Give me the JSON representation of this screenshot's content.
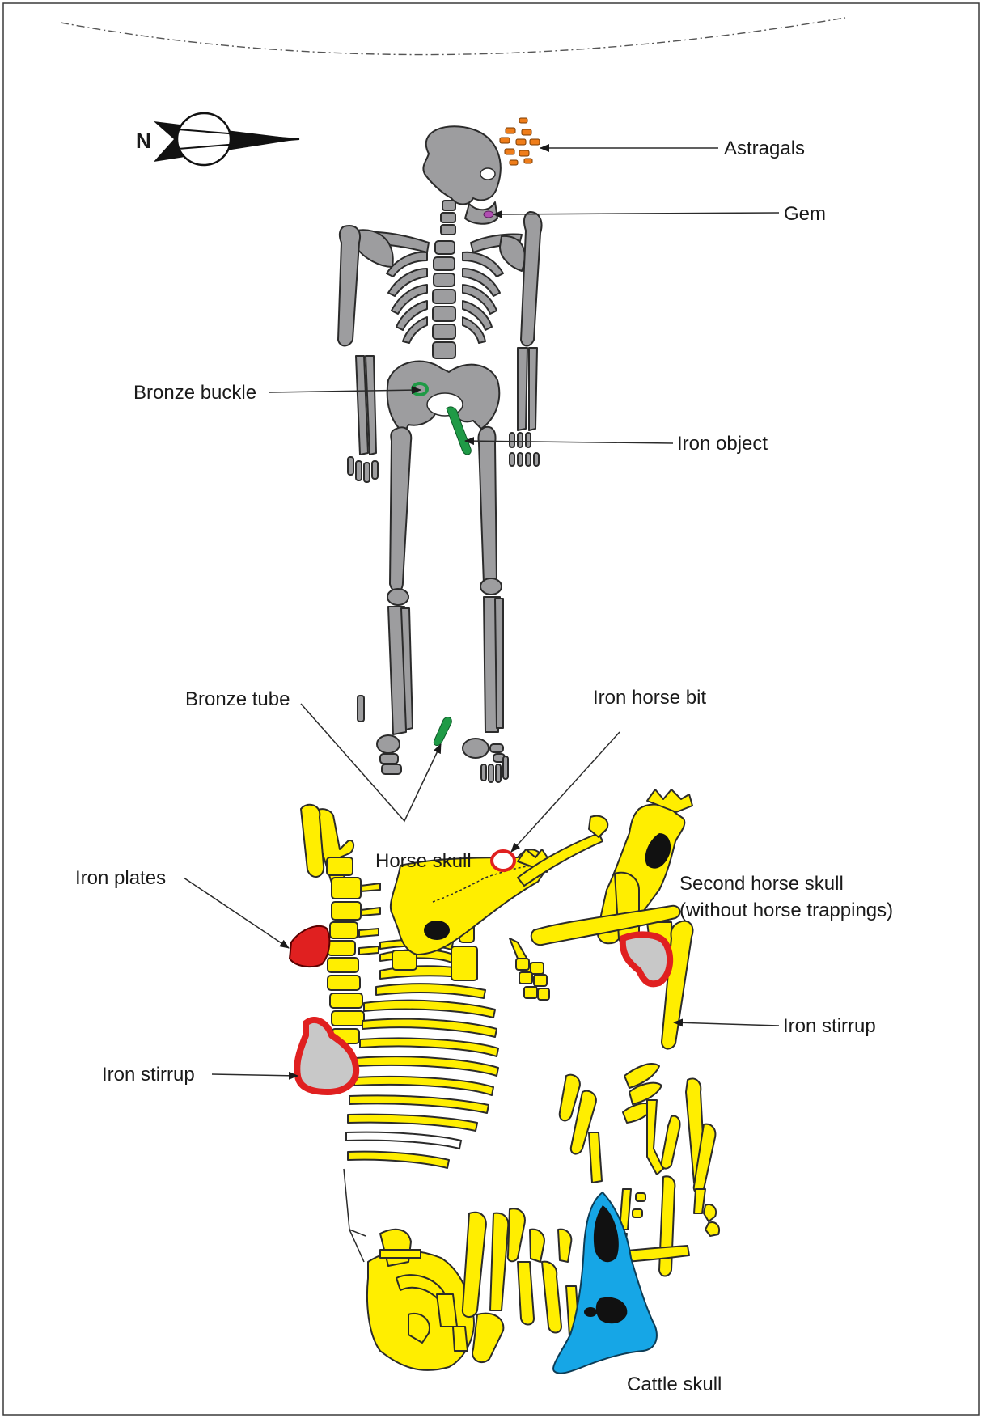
{
  "north_label": "N",
  "labels": {
    "astragals": "Astragals",
    "gem": "Gem",
    "bronze_buckle": "Bronze buckle",
    "iron_object": "Iron object",
    "bronze_tube": "Bronze tube",
    "iron_horse_bit": "Iron horse bit",
    "horse_skull": "Horse skull",
    "second_horse_skull_line1": "Second horse skull",
    "second_horse_skull_line2": "(without horse trappings)",
    "iron_plates": "Iron plates",
    "iron_stirrup_right": "Iron stirrup",
    "iron_stirrup_left": "Iron stirrup",
    "cattle_skull": "Cattle skull"
  },
  "colors": {
    "human_bone": "#9d9d9f",
    "horse_bone": "#ffee00",
    "bronze": "#1f9a46",
    "astragal": "#ef7d1a",
    "gem": "#b04fb2",
    "iron_red": "#e02020",
    "cattle_skull": "#16a6e6",
    "stirrup_fill": "#c8c8c8"
  }
}
